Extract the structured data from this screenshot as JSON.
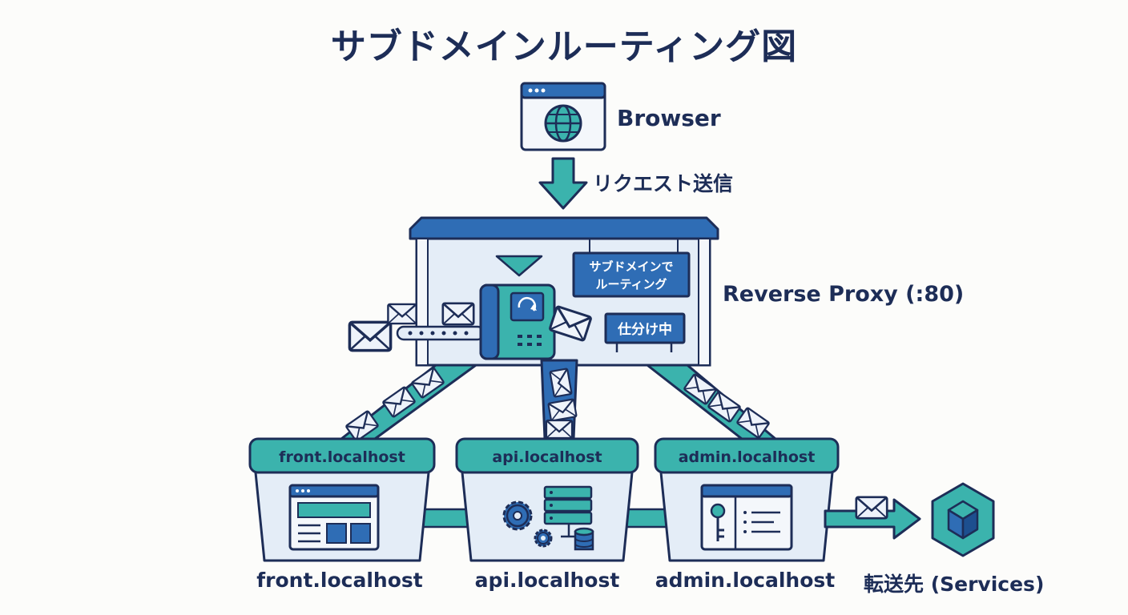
{
  "title": "サブドメインルーティング図",
  "browser": {
    "label": "Browser"
  },
  "request": {
    "label": "リクエスト送信"
  },
  "proxy": {
    "label": "Reverse Proxy (:80)",
    "routing_sign_line1": "サブドメインで",
    "routing_sign_line2": "ルーティング",
    "status_sign": "仕分け中"
  },
  "services": [
    {
      "header": "front.localhost",
      "caption": "front.localhost"
    },
    {
      "header": "api.localhost",
      "caption": "api.localhost"
    },
    {
      "header": "admin.localhost",
      "caption": "admin.localhost"
    }
  ],
  "destination": {
    "label": "転送先 (Services)"
  },
  "colors": {
    "navy": "#1d2d57",
    "blue": "#2f6db5",
    "teal": "#3bb3ad",
    "light": "#e4edf7"
  }
}
